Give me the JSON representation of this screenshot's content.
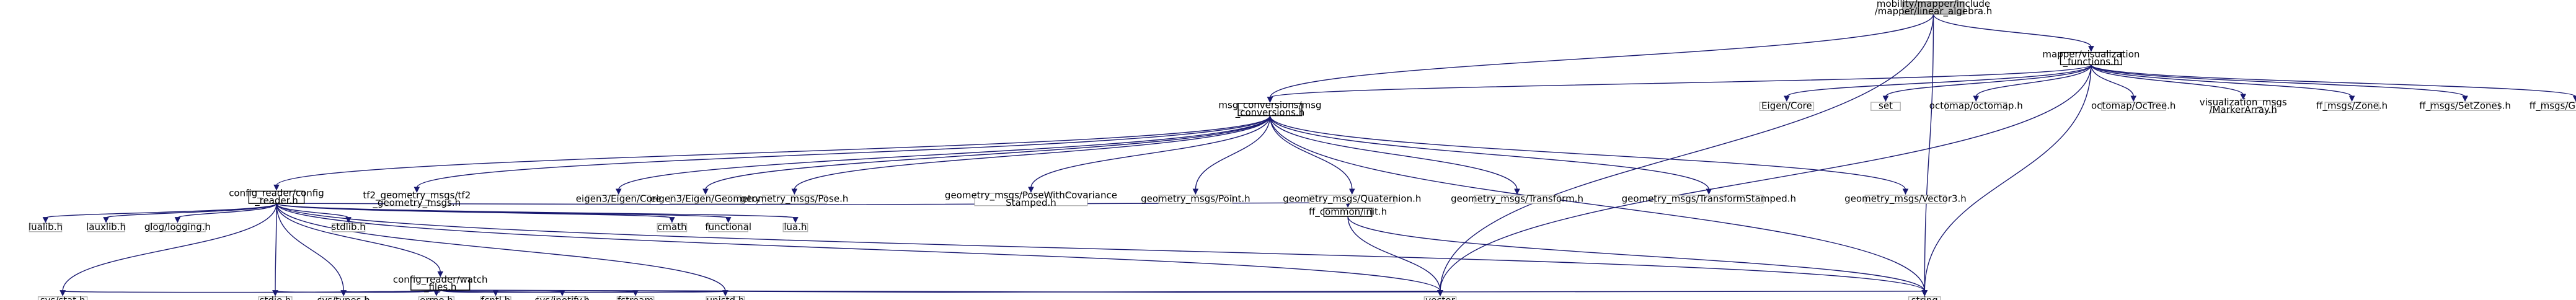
{
  "diagram": {
    "type": "include-dependency-graph",
    "nodes": [
      {
        "id": "root",
        "lines": [
          "mobility/mapper/include",
          "/mapper/linear_algebra.h"
        ],
        "kind": "root"
      },
      {
        "id": "vis",
        "lines": [
          "mapper/visualization",
          "_functions.h"
        ],
        "kind": "linked"
      },
      {
        "id": "msgconv",
        "lines": [
          "msg_conversions/msg",
          "_conversions.h"
        ],
        "kind": "linked"
      },
      {
        "id": "cfg",
        "lines": [
          "config_reader/config",
          "_reader.h"
        ],
        "kind": "linked"
      },
      {
        "id": "watch",
        "lines": [
          "config_reader/watch",
          "_files.h"
        ],
        "kind": "linked"
      },
      {
        "id": "ffinit",
        "lines": [
          "ff_common/init.h"
        ],
        "kind": "linked"
      },
      {
        "id": "tf2",
        "lines": [
          "tf2_geometry_msgs/tf2",
          "_geometry_msgs.h"
        ],
        "kind": "plain"
      },
      {
        "id": "eigcore1",
        "lines": [
          "eigen3/Eigen/Core"
        ],
        "kind": "plain"
      },
      {
        "id": "eiggeo",
        "lines": [
          "eigen3/Eigen/Geometry"
        ],
        "kind": "plain"
      },
      {
        "id": "pose",
        "lines": [
          "geometry_msgs/Pose.h"
        ],
        "kind": "plain"
      },
      {
        "id": "posecov",
        "lines": [
          "geometry_msgs/PoseWithCovariance",
          "Stamped.h"
        ],
        "kind": "plain"
      },
      {
        "id": "point",
        "lines": [
          "geometry_msgs/Point.h"
        ],
        "kind": "plain"
      },
      {
        "id": "quat",
        "lines": [
          "geometry_msgs/Quaternion.h"
        ],
        "kind": "plain"
      },
      {
        "id": "tfm",
        "lines": [
          "geometry_msgs/Transform.h"
        ],
        "kind": "plain"
      },
      {
        "id": "tfms",
        "lines": [
          "geometry_msgs/TransformStamped.h"
        ],
        "kind": "plain"
      },
      {
        "id": "vec3",
        "lines": [
          "geometry_msgs/Vector3.h"
        ],
        "kind": "plain"
      },
      {
        "id": "eigcore2",
        "lines": [
          "Eigen/Core"
        ],
        "kind": "plain"
      },
      {
        "id": "set",
        "lines": [
          "set"
        ],
        "kind": "plain"
      },
      {
        "id": "octomap",
        "lines": [
          "octomap/octomap.h"
        ],
        "kind": "plain"
      },
      {
        "id": "octree",
        "lines": [
          "octomap/OcTree.h"
        ],
        "kind": "plain"
      },
      {
        "id": "marker",
        "lines": [
          "visualization_msgs",
          "/MarkerArray.h"
        ],
        "kind": "plain"
      },
      {
        "id": "zone",
        "lines": [
          "ff_msgs/Zone.h"
        ],
        "kind": "plain"
      },
      {
        "id": "setzones",
        "lines": [
          "ff_msgs/SetZones.h"
        ],
        "kind": "plain"
      },
      {
        "id": "getzones",
        "lines": [
          "ff_msgs/GetZones.h"
        ],
        "kind": "plain"
      },
      {
        "id": "lualib",
        "lines": [
          "lualib.h"
        ],
        "kind": "plain"
      },
      {
        "id": "lauxlib",
        "lines": [
          "lauxlib.h"
        ],
        "kind": "plain"
      },
      {
        "id": "glog",
        "lines": [
          "glog/logging.h"
        ],
        "kind": "plain"
      },
      {
        "id": "stdlib",
        "lines": [
          "stdlib.h"
        ],
        "kind": "plain"
      },
      {
        "id": "cmath",
        "lines": [
          "cmath"
        ],
        "kind": "plain"
      },
      {
        "id": "functional",
        "lines": [
          "functional"
        ],
        "kind": "plain"
      },
      {
        "id": "lua",
        "lines": [
          "lua.h"
        ],
        "kind": "plain"
      },
      {
        "id": "sysstat",
        "lines": [
          "sys/stat.h"
        ],
        "kind": "plain"
      },
      {
        "id": "stdio",
        "lines": [
          "stdio.h"
        ],
        "kind": "plain"
      },
      {
        "id": "systypes",
        "lines": [
          "sys/types.h"
        ],
        "kind": "plain"
      },
      {
        "id": "errno",
        "lines": [
          "errno.h"
        ],
        "kind": "plain"
      },
      {
        "id": "fcntl",
        "lines": [
          "fcntl.h"
        ],
        "kind": "plain"
      },
      {
        "id": "inotify",
        "lines": [
          "sys/inotify.h"
        ],
        "kind": "plain"
      },
      {
        "id": "fstream",
        "lines": [
          "fstream"
        ],
        "kind": "plain"
      },
      {
        "id": "unistd",
        "lines": [
          "unistd.h"
        ],
        "kind": "plain"
      },
      {
        "id": "vector",
        "lines": [
          "vector"
        ],
        "kind": "plain"
      },
      {
        "id": "string",
        "lines": [
          "string"
        ],
        "kind": "plain"
      }
    ],
    "edges": [
      [
        "root",
        "vis"
      ],
      [
        "root",
        "msgconv"
      ],
      [
        "root",
        "vector"
      ],
      [
        "root",
        "string"
      ],
      [
        "vis",
        "msgconv"
      ],
      [
        "vis",
        "eigcore2"
      ],
      [
        "vis",
        "set"
      ],
      [
        "vis",
        "octomap"
      ],
      [
        "vis",
        "octree"
      ],
      [
        "vis",
        "marker"
      ],
      [
        "vis",
        "zone"
      ],
      [
        "vis",
        "setzones"
      ],
      [
        "vis",
        "getzones"
      ],
      [
        "vis",
        "vector"
      ],
      [
        "vis",
        "string"
      ],
      [
        "msgconv",
        "cfg"
      ],
      [
        "msgconv",
        "tf2"
      ],
      [
        "msgconv",
        "eigcore1"
      ],
      [
        "msgconv",
        "eiggeo"
      ],
      [
        "msgconv",
        "pose"
      ],
      [
        "msgconv",
        "posecov"
      ],
      [
        "msgconv",
        "point"
      ],
      [
        "msgconv",
        "quat"
      ],
      [
        "msgconv",
        "tfm"
      ],
      [
        "msgconv",
        "tfms"
      ],
      [
        "msgconv",
        "vec3"
      ],
      [
        "msgconv",
        "string"
      ],
      [
        "cfg",
        "lualib"
      ],
      [
        "cfg",
        "lauxlib"
      ],
      [
        "cfg",
        "glog"
      ],
      [
        "cfg",
        "stdlib"
      ],
      [
        "cfg",
        "watch"
      ],
      [
        "cfg",
        "cmath"
      ],
      [
        "cfg",
        "functional"
      ],
      [
        "cfg",
        "lua"
      ],
      [
        "cfg",
        "ffinit"
      ],
      [
        "cfg",
        "sysstat"
      ],
      [
        "cfg",
        "stdio"
      ],
      [
        "cfg",
        "systypes"
      ],
      [
        "cfg",
        "unistd"
      ],
      [
        "cfg",
        "vector"
      ],
      [
        "cfg",
        "string"
      ],
      [
        "watch",
        "sysstat"
      ],
      [
        "watch",
        "stdio"
      ],
      [
        "watch",
        "systypes"
      ],
      [
        "watch",
        "errno"
      ],
      [
        "watch",
        "fcntl"
      ],
      [
        "watch",
        "inotify"
      ],
      [
        "watch",
        "fstream"
      ],
      [
        "watch",
        "unistd"
      ],
      [
        "watch",
        "vector"
      ],
      [
        "watch",
        "string"
      ],
      [
        "ffinit",
        "vector"
      ],
      [
        "ffinit",
        "string"
      ]
    ]
  },
  "colors": {
    "edge": "#191970",
    "root_fill": "#bfbfbf",
    "plain_border": "#b3b3b3",
    "linked_border": "#000000"
  }
}
